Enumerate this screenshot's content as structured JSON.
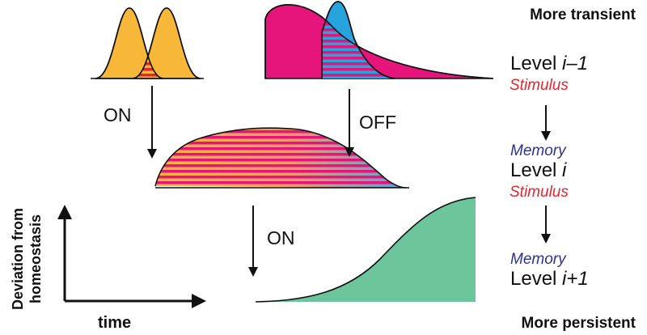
{
  "colors": {
    "orange": "#f7b839",
    "magenta": "#e5157c",
    "blue": "#27a3dd",
    "green": "#6cc59b",
    "stripe_red": "#e8242f",
    "stimulus": "#e8242f",
    "memory": "#2e3192",
    "ink": "#111111"
  },
  "labels": {
    "more_transient": "More transient",
    "more_persistent": "More persistent",
    "on_top": "ON",
    "off": "OFF",
    "on_bottom": "ON",
    "axis_y_line1": "Deviation from",
    "axis_y_line2": "homeostasis",
    "axis_x": "time"
  },
  "hierarchy": {
    "level_prev_word": "Level",
    "level_prev_index": "i–1",
    "stimulus_1": "Stimulus",
    "memory_1": "Memory",
    "level_i_word": "Level",
    "level_i_index": "i",
    "stimulus_2": "Stimulus",
    "memory_2": "Memory",
    "level_next_word": "Level",
    "level_next_index": "i+1"
  }
}
